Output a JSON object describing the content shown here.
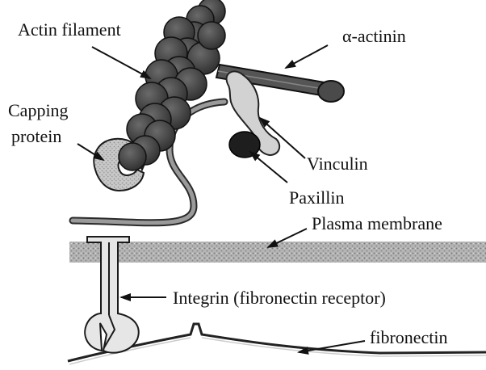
{
  "labels": {
    "actin_filament": "Actin filament",
    "alpha_actinin": "α-actinin",
    "capping_protein_line1": "Capping",
    "capping_protein_line2": "protein",
    "vinculin": "Vinculin",
    "paxillin": "Paxillin",
    "plasma_membrane": "Plasma membrane",
    "integrin": "Integrin (fibronectin receptor)",
    "fibronectin": "fibronectin"
  },
  "colors": {
    "actin": "#4a4a4a",
    "actin_outline": "#1a1a1a",
    "alpha_actinin": "#555555",
    "vinculin": "#cfcfcf",
    "paxillin": "#1e1e1e",
    "capping_protein": "#bdbdbd",
    "membrane": "#aaaaaa",
    "integrin": "#e6e6e6",
    "linker": "#9a9a9a",
    "arrow": "#111111"
  }
}
